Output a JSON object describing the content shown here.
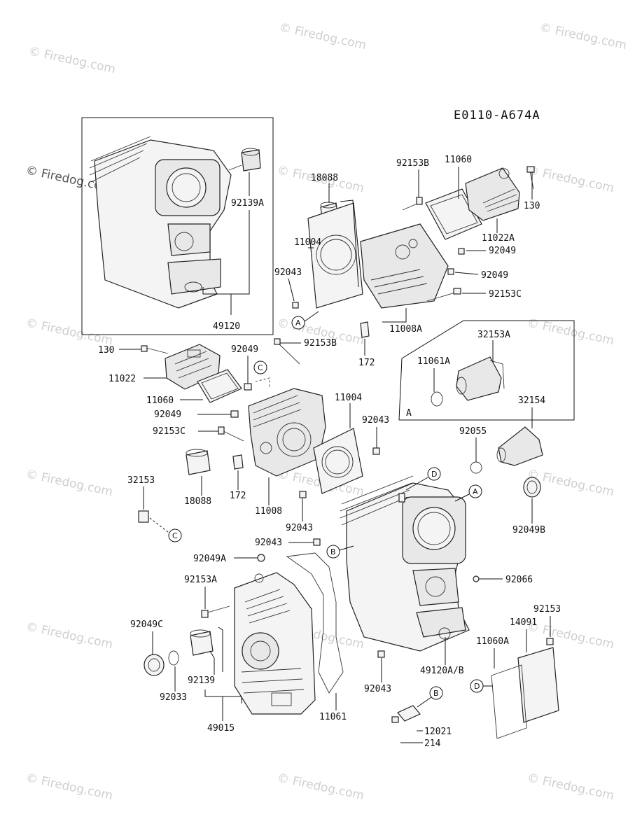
{
  "diagram_code": "E0110-A674A",
  "watermark": "© Firedog.com",
  "parts": {
    "p18088_top": "18088",
    "p92153B_top": "92153B",
    "p11060_top": "11060",
    "p130_top": "130",
    "p92139A": "92139A",
    "p11004_top": "11004",
    "p11022A": "11022A",
    "p92049_a": "92049",
    "p92043_a": "92043",
    "p92049_b": "92049",
    "p92153C_top": "92153C",
    "p49120": "49120",
    "p11008A": "11008A",
    "p172_top": "172",
    "p32153A": "32153A",
    "p130_left": "130",
    "p92049_c": "92049",
    "p92153B_mid": "92153B",
    "p11061A": "11061A",
    "p11022": "11022",
    "p11060_left": "11060",
    "p11004_mid": "11004",
    "p32154": "32154",
    "p92049_d": "92049",
    "p92043_b": "92043",
    "p92153C_mid": "92153C",
    "p92055": "92055",
    "p32153": "32153",
    "p18088_mid": "18088",
    "p172_mid": "172",
    "p11008": "11008",
    "p92043_c": "92043",
    "p92049B": "92049B",
    "p92043_d": "92043",
    "p92049A": "92049A",
    "p92066": "92066",
    "p92153A": "92153A",
    "p92153": "92153",
    "p92049C": "92049C",
    "p14091": "14091",
    "p11060A": "11060A",
    "p92139": "92139",
    "p49120AB": "49120A/B",
    "p92043_e": "92043",
    "p92033": "92033",
    "p49015": "49015",
    "p11061": "11061",
    "p12021": "12021",
    "p214": "214"
  },
  "callouts": {
    "A": "A",
    "B": "B",
    "C": "C",
    "D": "D"
  },
  "sub_assembly_label": "A"
}
